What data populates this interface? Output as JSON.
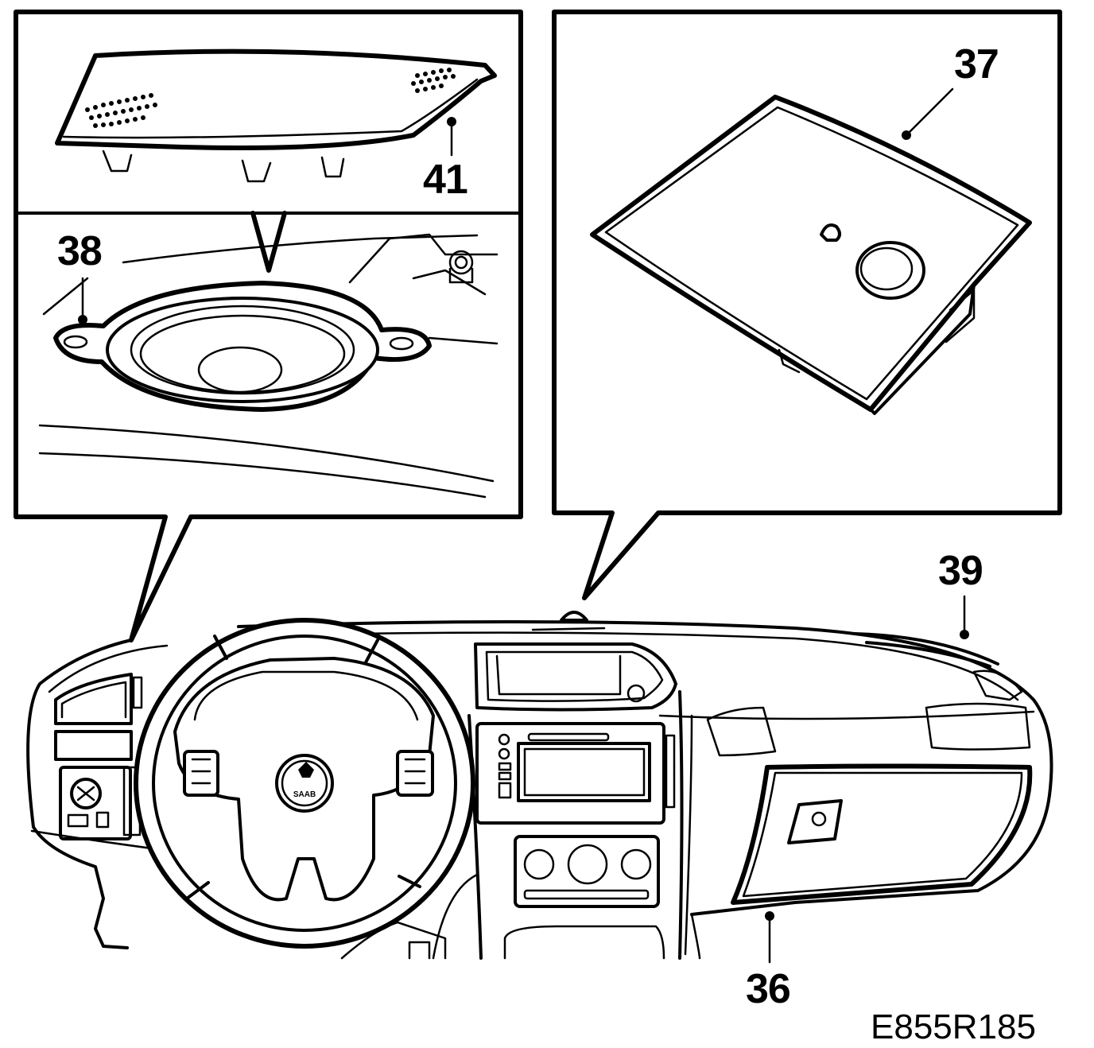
{
  "labels": {
    "l36": "36",
    "l37": "37",
    "l38": "38",
    "l39": "39",
    "l41": "41"
  },
  "figure_code": "E855R185",
  "badge_text": "SAAB",
  "icons": {
    "speaker_cover": "speaker-grille-cover",
    "speaker": "loudspeaker",
    "panel": "dashboard-cover-panel",
    "dashboard": "car-dashboard"
  }
}
